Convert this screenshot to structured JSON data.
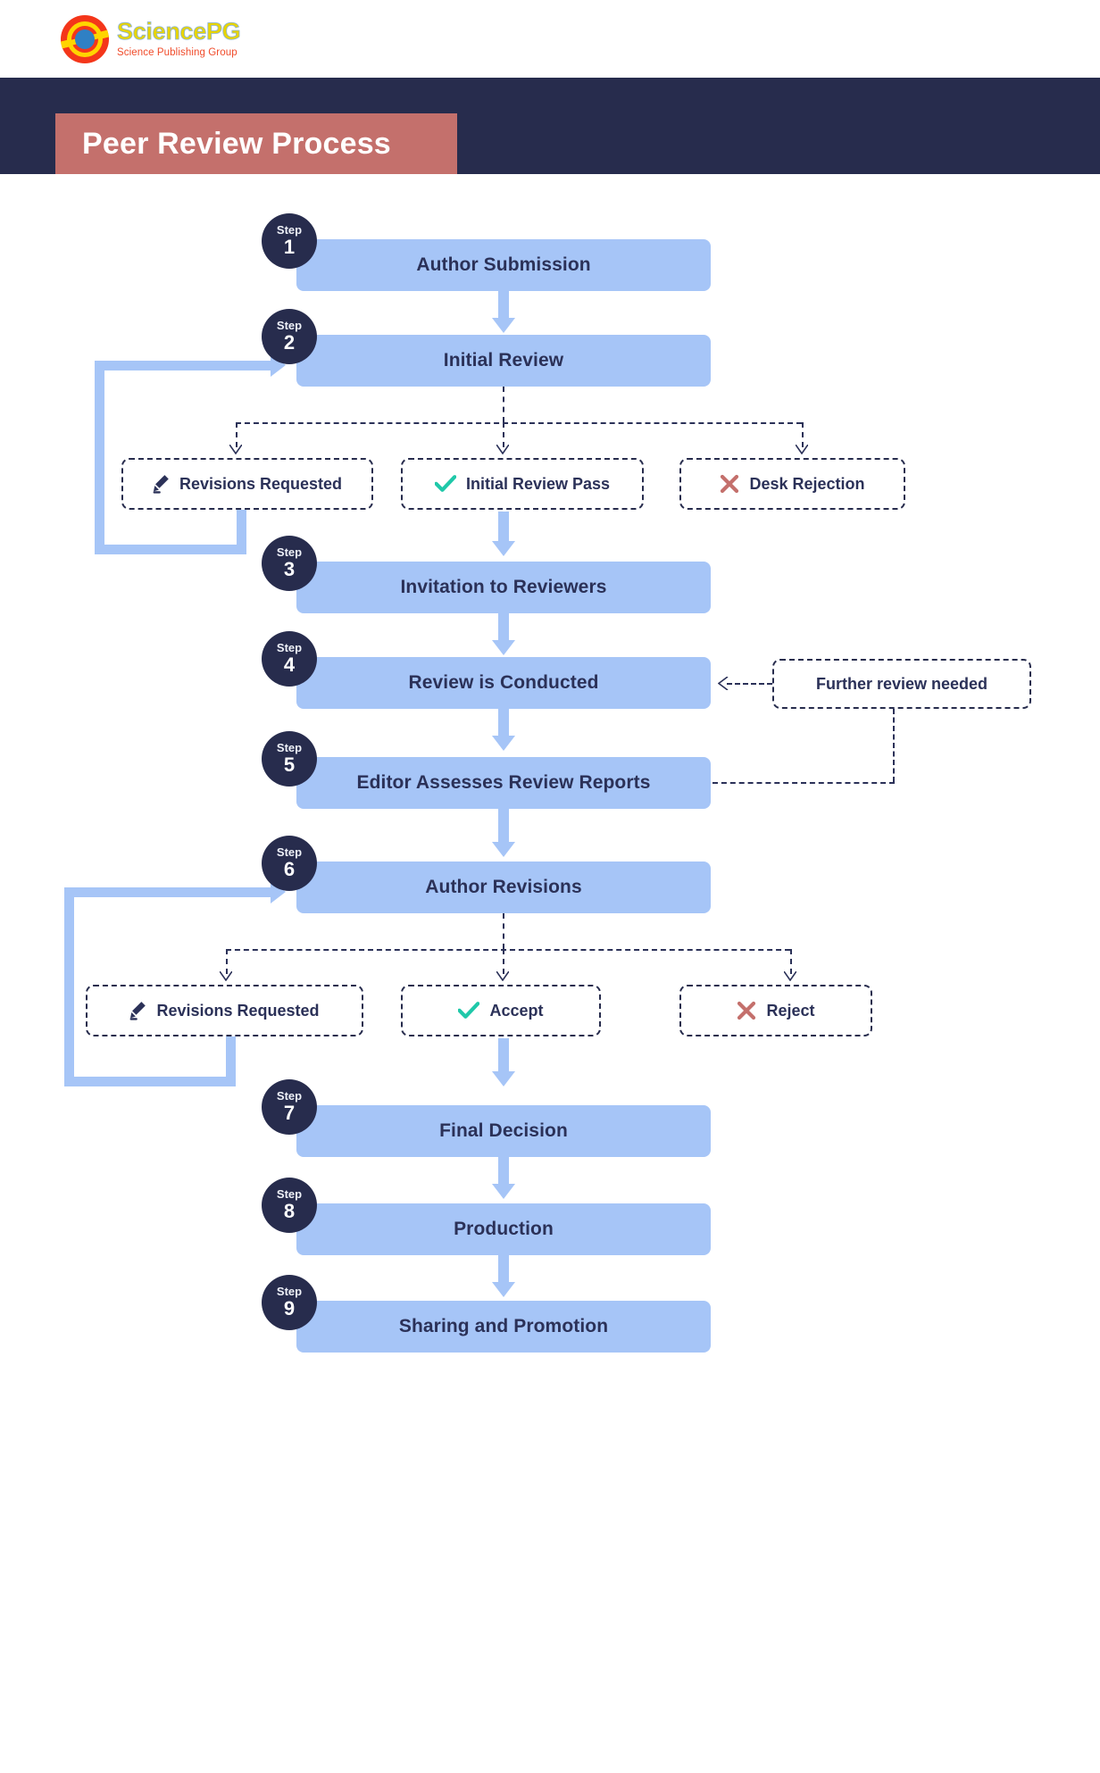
{
  "brand": {
    "logo_title": "SciencePG",
    "logo_subtitle": "Science Publishing Group",
    "logo_icon": "sciencepg-circles-logo"
  },
  "header": {
    "title": "Peer Review Process",
    "band_color": "#272c4d",
    "chip_color": "#c4706c",
    "title_color": "#ffffff"
  },
  "theme": {
    "step_fill": "#a6c5f7",
    "step_text": "#2b3158",
    "badge_fill": "#272c4d",
    "dashed_border": "#272c4d",
    "check_color": "#1fc8a9",
    "cross_color": "#c4706c",
    "pencil_color": "#2b3158"
  },
  "flow": {
    "steps": [
      {
        "number": "1",
        "word": "Step",
        "label": "Author Submission"
      },
      {
        "number": "2",
        "word": "Step",
        "label": "Initial Review"
      },
      {
        "number": "3",
        "word": "Step",
        "label": "Invitation to Reviewers"
      },
      {
        "number": "4",
        "word": "Step",
        "label": "Review is Conducted"
      },
      {
        "number": "5",
        "word": "Step",
        "label": "Editor Assesses Review Reports"
      },
      {
        "number": "6",
        "word": "Step",
        "label": "Author Revisions"
      },
      {
        "number": "7",
        "word": "Step",
        "label": "Final Decision"
      },
      {
        "number": "8",
        "word": "Step",
        "label": "Production"
      },
      {
        "number": "9",
        "word": "Step",
        "label": "Sharing and Promotion"
      }
    ],
    "outcomes_initial_review": [
      {
        "label": "Revisions Requested",
        "icon": "pencil-icon"
      },
      {
        "label": "Initial Review Pass",
        "icon": "check-icon"
      },
      {
        "label": "Desk Rejection",
        "icon": "cross-icon"
      }
    ],
    "outcomes_author_revisions": [
      {
        "label": "Revisions Requested",
        "icon": "pencil-icon"
      },
      {
        "label": "Accept",
        "icon": "check-icon"
      },
      {
        "label": "Reject",
        "icon": "cross-icon"
      }
    ],
    "notes": [
      {
        "label": "Further review needed"
      }
    ]
  }
}
